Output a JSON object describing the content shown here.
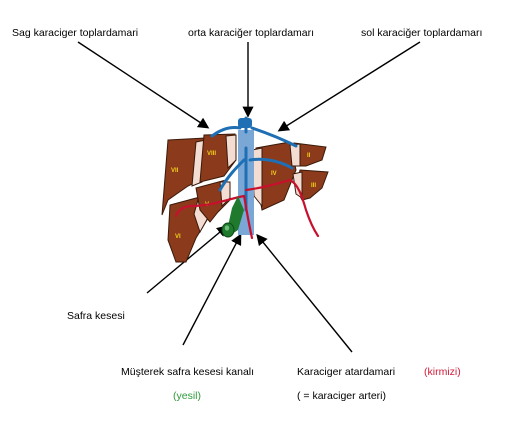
{
  "labels": {
    "right_hepatic_vein": "Sag karaciger toplardamari",
    "middle_hepatic_vein": "orta karaciğer  toplardamarı",
    "left_hepatic_vein": "sol karaciğer toplardamarı",
    "gallbladder": "Safra kesesi",
    "common_bile_duct": "Müşterek safra kesesi kanalı",
    "common_bile_duct_color": "(yesil)",
    "hepatic_artery": "Karaciger atardamari",
    "hepatic_artery_color": "(kirmizi)",
    "hepatic_artery_note": "( = karaciger arteri)"
  },
  "segments": [
    "VII",
    "VIII",
    "IV",
    "II",
    "III",
    "V",
    "VI"
  ],
  "colors": {
    "liver": "#8b3a1c",
    "liver_outline": "#3a1a0a",
    "cut_surface": "#f3ddd2",
    "vein": "#1e6fb3",
    "vena_cava": "#7aa7d6",
    "artery": "#c8102e",
    "bile_duct": "#1f7a2e",
    "segment_text": "#f2d21a",
    "label_red": "#d21c3a",
    "label_green": "#2f9a3a"
  }
}
